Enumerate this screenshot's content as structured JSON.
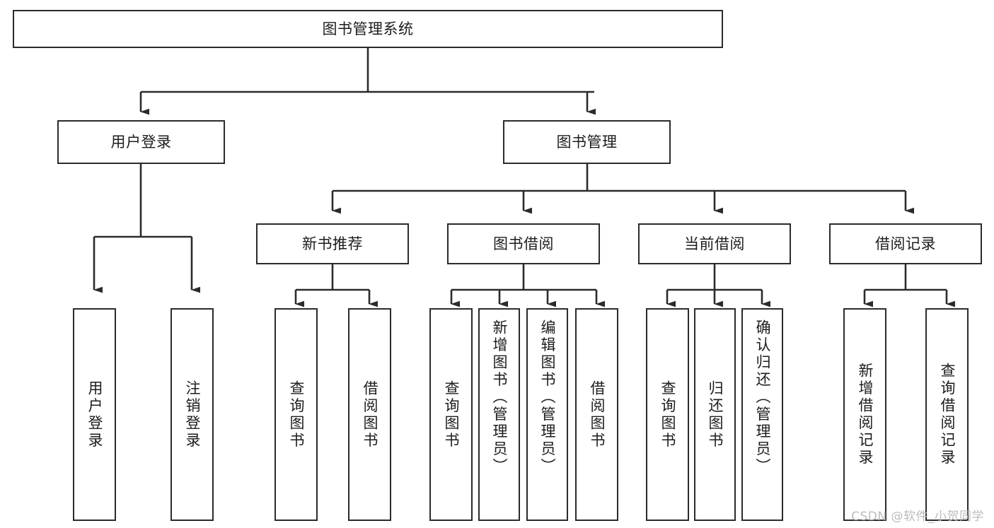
{
  "diagram": {
    "title": "图书管理系统",
    "type": "hierarchy-tree",
    "root": {
      "label": "图书管理系统"
    },
    "level2": [
      {
        "label": "用户登录"
      },
      {
        "label": "图书管理"
      }
    ],
    "level3": [
      {
        "label": "新书推荐"
      },
      {
        "label": "图书借阅"
      },
      {
        "label": "当前借阅"
      },
      {
        "label": "借阅记录"
      }
    ],
    "leaves": {
      "user_login": [
        {
          "label": "用户登录"
        },
        {
          "label": "注销登录"
        }
      ],
      "new_book_recommend": [
        {
          "label": "查询图书"
        },
        {
          "label": "借阅图书"
        }
      ],
      "book_borrow": [
        {
          "label": "查询图书"
        },
        {
          "label": "新增图书（管理员）"
        },
        {
          "label": "编辑图书（管理员）"
        },
        {
          "label": "借阅图书"
        }
      ],
      "current_borrow": [
        {
          "label": "查询图书"
        },
        {
          "label": "归还图书"
        },
        {
          "label": "确认归还（管理员）"
        }
      ],
      "borrow_record": [
        {
          "label": "新增借阅记录"
        },
        {
          "label": "查询借阅记录"
        }
      ]
    },
    "watermark": "CSDN @软件_小贺同学",
    "colors": {
      "stroke": "#2b2b2b",
      "background": "#ffffff",
      "text": "#1c1c1c",
      "watermark": "#bcbcbc"
    }
  }
}
